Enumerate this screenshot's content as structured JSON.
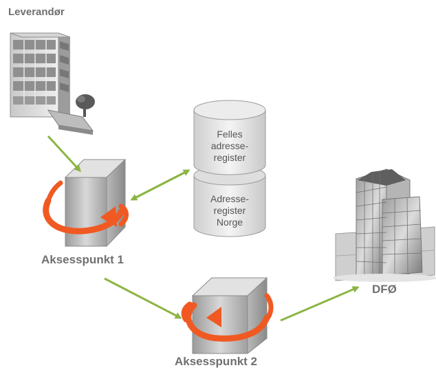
{
  "nodes": {
    "supplier": {
      "label": "Leverandør",
      "icon": "office-building-icon"
    },
    "access_point_1": {
      "label": "Aksesspunkt 1",
      "icon": "access-point-cube-icon"
    },
    "access_point_2": {
      "label": "Aksesspunkt 2",
      "icon": "access-point-cube-icon"
    },
    "dfo": {
      "label": "DFØ",
      "icon": "glass-office-building-icon"
    },
    "database": {
      "icon": "database-cylinder-icon",
      "upper_lines": [
        "Felles",
        "adresse-",
        "register"
      ],
      "lower_lines": [
        "Adresse-",
        "register",
        "Norge"
      ]
    }
  },
  "colors": {
    "arrow": "#8bb543",
    "cycle_arrow": "#f05a22",
    "label": "#6f6f6f"
  }
}
